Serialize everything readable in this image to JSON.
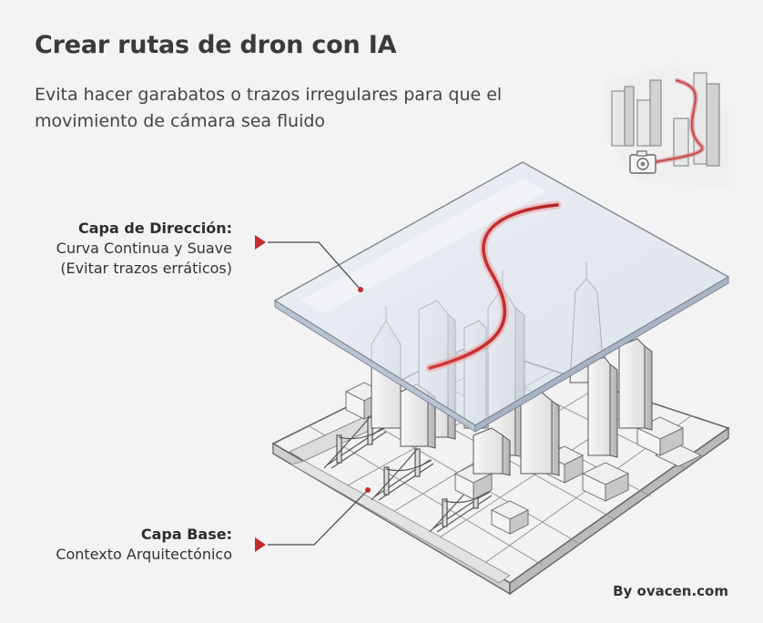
{
  "header": {
    "title": "Crear rutas de dron con IA",
    "subtitle": "Evita hacer garabatos o trazos irregulares para que el movimiento de cámara sea fluido"
  },
  "labels": {
    "top": {
      "title": "Capa de Dirección:",
      "line1": "Curva Continua y Suave",
      "line2": "(Evitar trazos erráticos)"
    },
    "base": {
      "title": "Capa Base:",
      "line1": "Contexto Arquitectónico"
    }
  },
  "credit": "By ovacen.com",
  "colors": {
    "accent_red": "#c42b2b",
    "glass": "#dfe6ef",
    "ink": "#5a5a5a",
    "background": "#f3f3f4"
  },
  "icons": {
    "thumbnail": "drone-path-city-icon",
    "camera": "camera-icon",
    "marker": "triangle-marker-icon"
  }
}
